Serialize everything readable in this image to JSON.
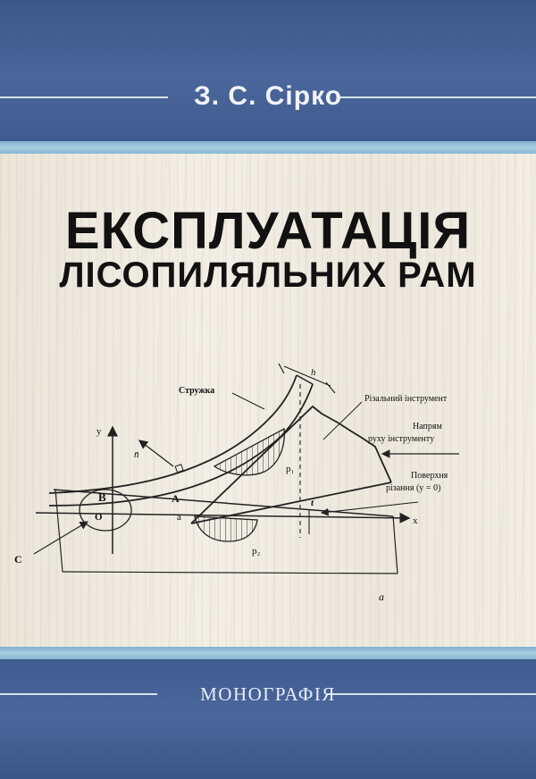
{
  "author": "З. С. Сірко",
  "title": {
    "line1": "ЕКСПЛУАТАЦІЯ",
    "line2": "ЛІСОПИЛЯЛЬНИХ РАМ"
  },
  "genre": "МОНОГРАФІЯ",
  "diagram": {
    "labels": {
      "chip": "Стружка",
      "tool": "Різальний інструмент",
      "direction_line1": "Напрям",
      "direction_line2": "руху інструменту",
      "surface_line1": "Поверхня",
      "surface_line2": "різання (y = 0)",
      "y_axis": "y",
      "x_axis": "x",
      "n_vector": "n̄",
      "h": "h",
      "p1": "p₁",
      "p2": "p₂",
      "t": "t",
      "B": "B",
      "O": "O",
      "A": "A",
      "a_small": "a",
      "C": "C",
      "figure_letter": "a"
    }
  },
  "colors": {
    "band_blue": "#3f5a8c",
    "stripe_light_blue": "#a8cfe0",
    "wood_background": "#efeae0",
    "title_text": "#111111"
  }
}
